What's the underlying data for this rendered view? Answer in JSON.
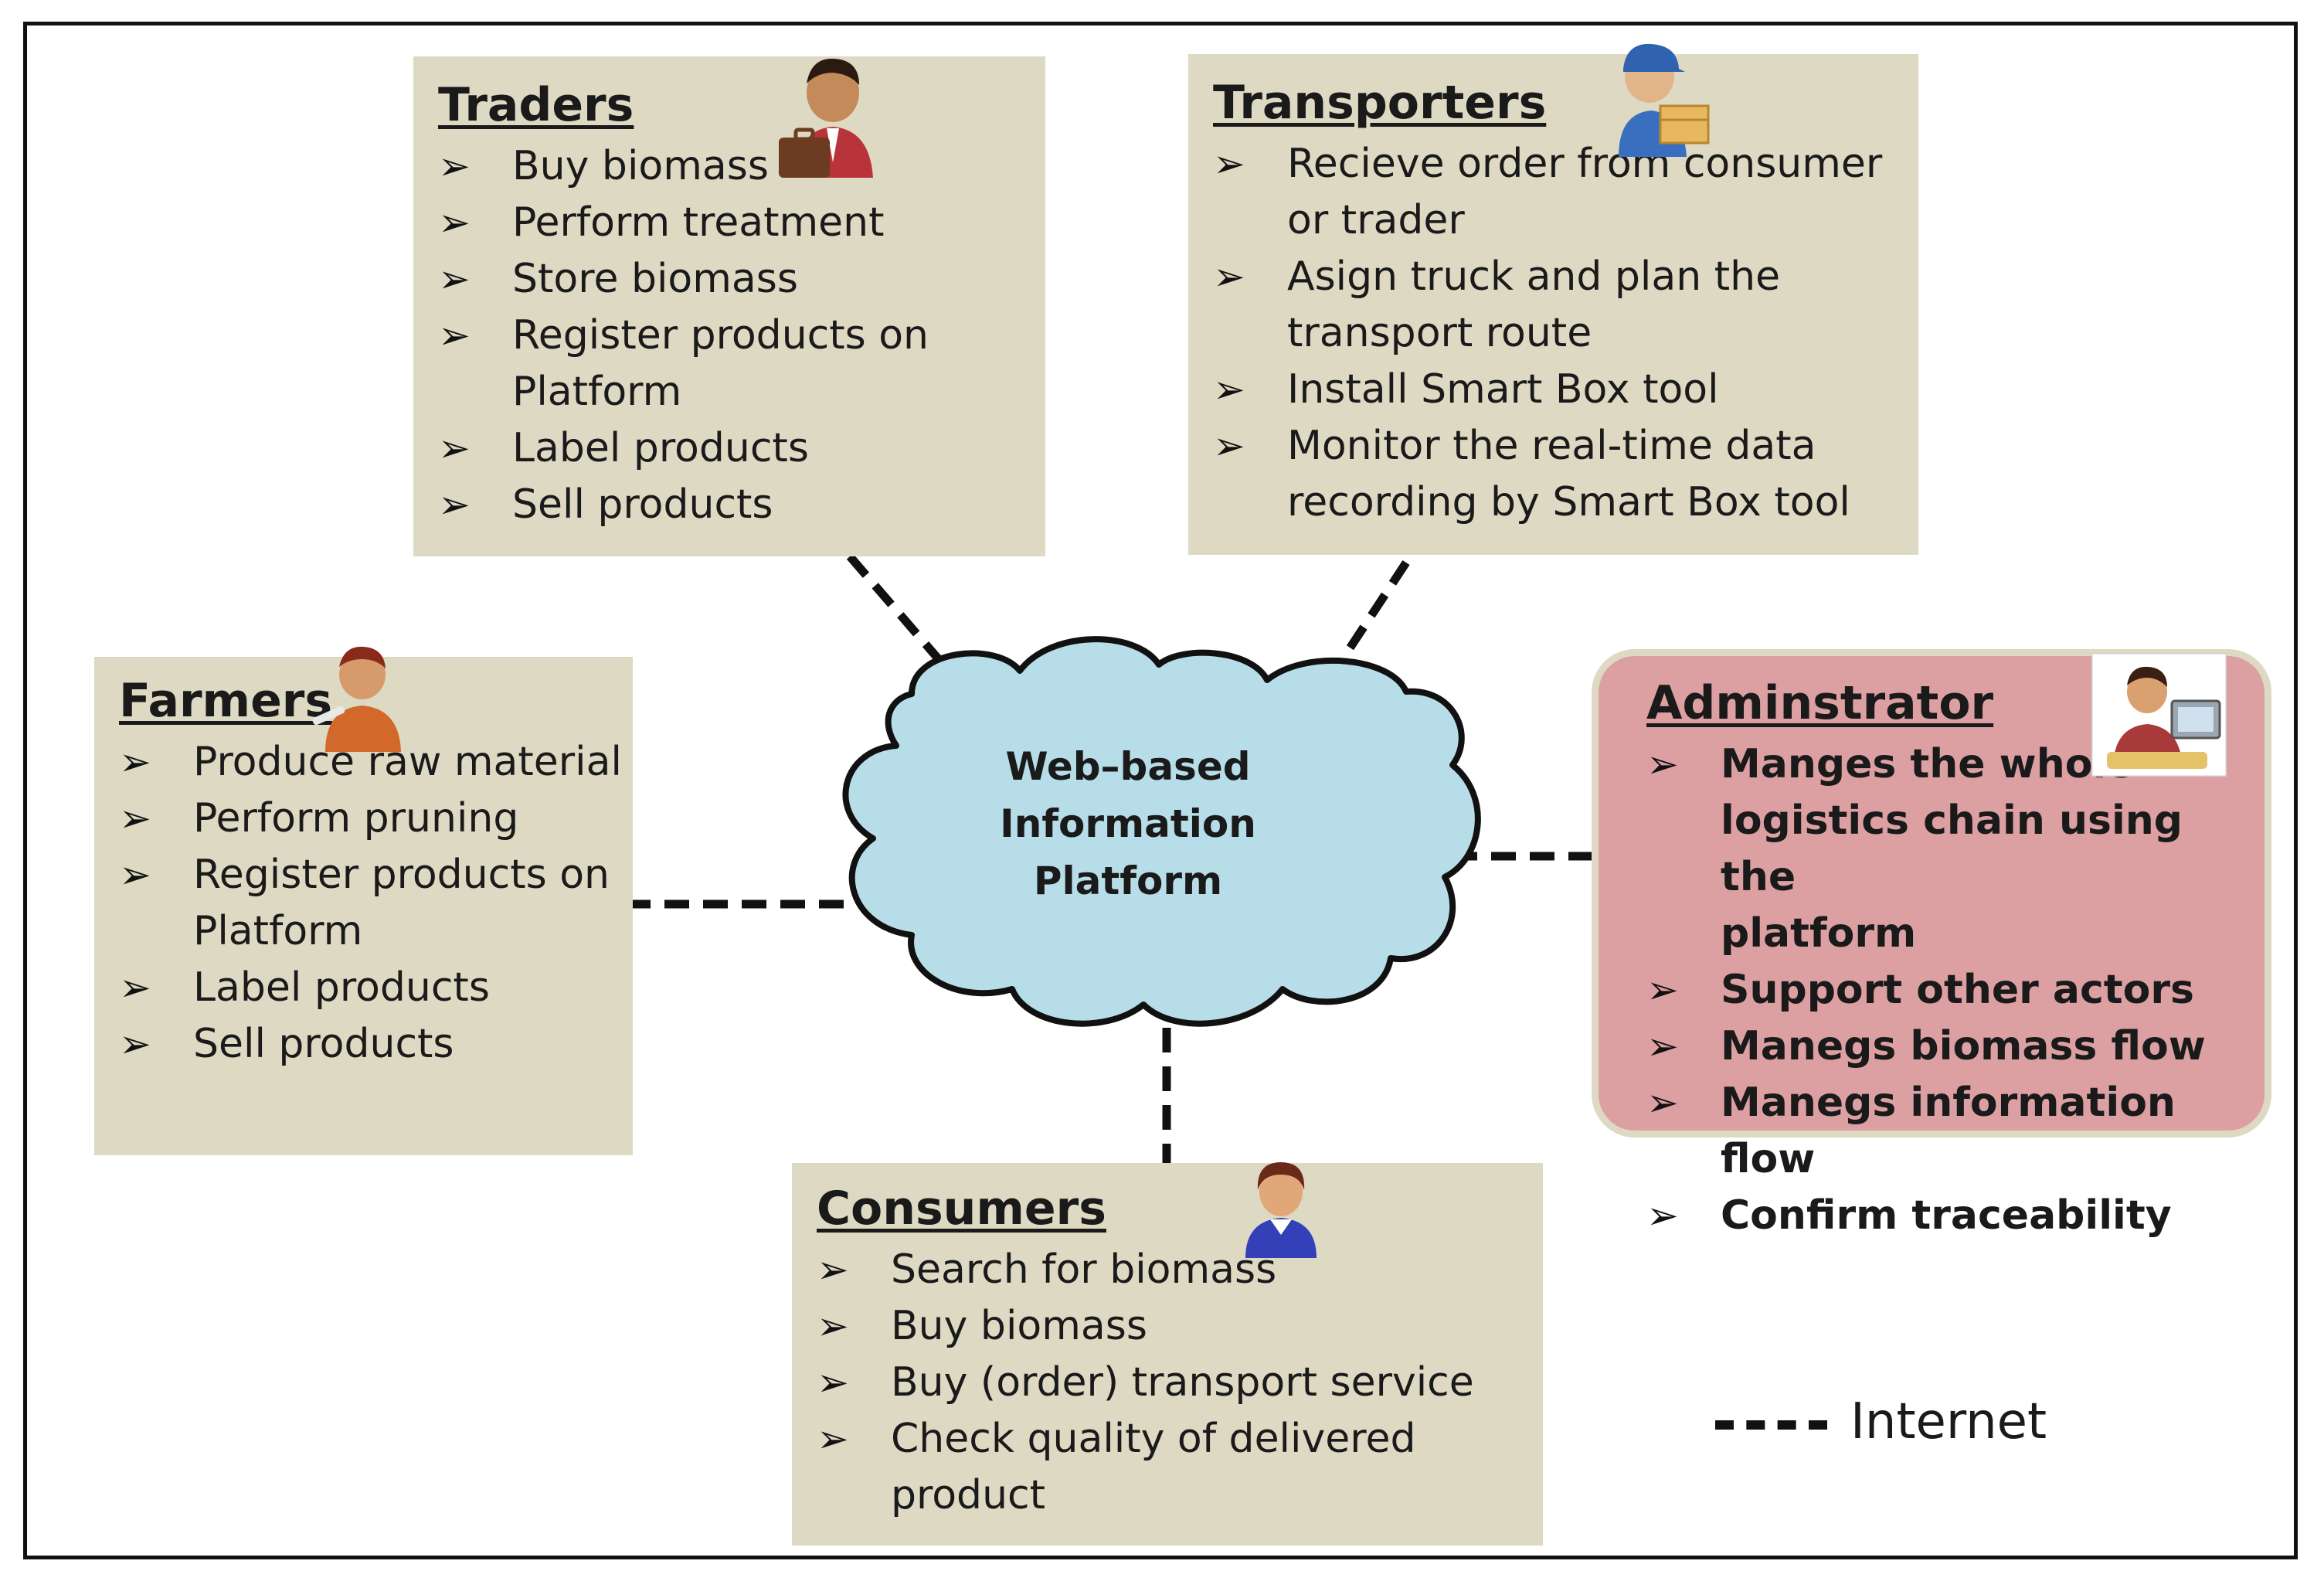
{
  "platform": {
    "line1": "Web–based",
    "line2": "Information",
    "line3": "Platform"
  },
  "traders": {
    "title": "Traders",
    "items": [
      "Buy biomass",
      "Perform treatment",
      "Store biomass",
      "Register products on",
      "Platform",
      "Label products",
      "Sell products"
    ]
  },
  "transporters": {
    "title": "Transporters",
    "items": [
      "Recieve order from consumer",
      "or trader",
      "Asign truck and plan the",
      "transport route",
      "Install Smart Box tool",
      "Monitor the real-time data",
      "recording by Smart Box tool"
    ]
  },
  "farmers": {
    "title": "Farmers",
    "items": [
      "Produce raw material",
      "Perform pruning",
      "Register products on",
      "Platform",
      "Label products",
      "Sell products"
    ]
  },
  "administrator": {
    "title": "Adminstrator",
    "items": [
      "Manges the whole",
      "logistics chain using the",
      "platform",
      "Support other actors",
      "Manegs biomass flow",
      "Manegs information flow",
      "Confirm traceability"
    ]
  },
  "consumers": {
    "title": "Consumers",
    "items": [
      "Search for biomass",
      "Buy  biomass",
      "Buy (order) transport service",
      "Check quality of delivered",
      "product"
    ]
  },
  "legend": {
    "label": "Internet"
  },
  "icons": {
    "trader": "businessman-icon",
    "transporter": "delivery-man-icon",
    "farmer": "farmer-icon",
    "administrator": "admin-computer-icon",
    "consumer": "consumer-icon"
  },
  "colors": {
    "box": "#ddd9c3",
    "admin_box": "#dca0a3",
    "cloud": "#b7dde8",
    "link": "#111111"
  }
}
